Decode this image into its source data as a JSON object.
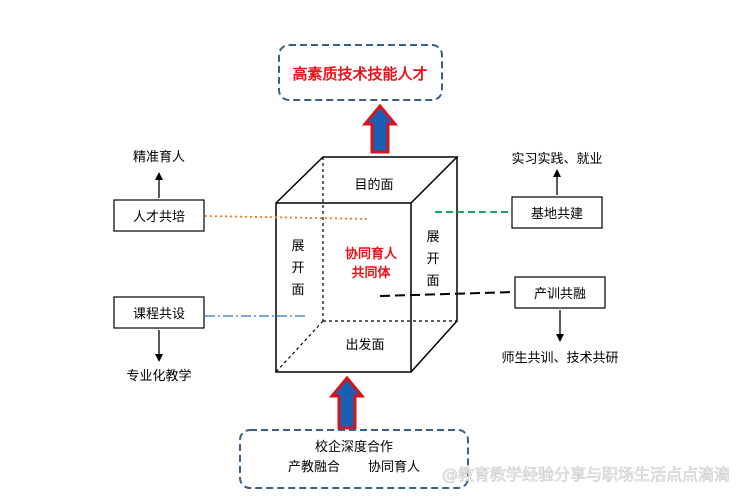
{
  "top_box": {
    "label": "高素质技术技能人才",
    "color": "#e8141b",
    "border": "#3a5f8f"
  },
  "bottom_box": {
    "line1": "校企深度合作",
    "line2_left": "产教融合",
    "line2_right": "协同育人",
    "border": "#3a5f8f"
  },
  "cube": {
    "face_top": "目的面",
    "face_left": [
      "展",
      "开",
      "面"
    ],
    "face_right": [
      "展",
      "开",
      "面"
    ],
    "face_bottom": "出发面",
    "center": [
      "协同育人",
      "共同体"
    ],
    "center_color": "#e8141b"
  },
  "left": {
    "box1": "人才共培",
    "box1_up": "精准育人",
    "box2": "课程共设",
    "box2_down": "专业化教学"
  },
  "right": {
    "box1": "基地共建",
    "box1_up": "实习实践、就业",
    "box2": "产训共融",
    "box2_down": "师生共训、技术共研"
  },
  "watermark": "@教育教学经验分享与职场生活点点滴滴",
  "colors": {
    "arrow_fill": "#1a5fb4",
    "arrow_stroke": "#d4161c",
    "line_orange": "#f07a1a",
    "line_blue": "#4a90d9",
    "line_green": "#1aa85a",
    "line_black": "#000000"
  }
}
